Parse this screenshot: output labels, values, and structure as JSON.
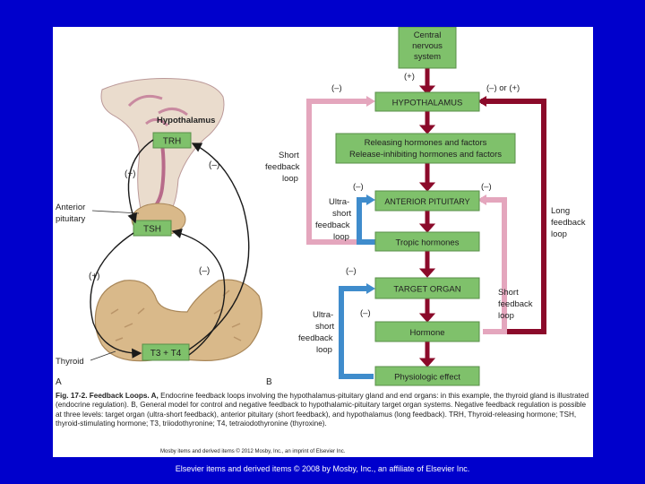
{
  "panel_a": {
    "label": "A",
    "hypothalamus": "Hypothalamus",
    "trh": "TRH",
    "anterior_pituitary": [
      "Anterior",
      "pituitary"
    ],
    "tsh": "TSH",
    "thyroid": "Thyroid",
    "t3t4": "T3 + T4",
    "plus_upper": "(+)",
    "minus_upper": "(–)",
    "plus_lower": "(+)",
    "minus_lower": "(–)"
  },
  "panel_b": {
    "label": "B",
    "cns": [
      "Central",
      "nervous",
      "system"
    ],
    "cns_plus": "(+)",
    "hypothalamus": "HYPOTHALAMUS",
    "releasing": [
      "Releasing hormones and factors",
      "Release-inhibiting hormones and factors"
    ],
    "anterior_pituitary": "ANTERIOR PITUITARY",
    "tropic": "Tropic hormones",
    "target_organ": "TARGET ORGAN",
    "hormone": "Hormone",
    "physiologic": "Physiologic effect",
    "short_loop_left": [
      "Short",
      "feedback",
      "loop"
    ],
    "ultra_upper": [
      "Ultra-",
      "short",
      "feedback",
      "loop"
    ],
    "ultra_lower": [
      "Ultra-",
      "short",
      "feedback",
      "loop"
    ],
    "long_loop": [
      "Long",
      "feedback",
      "loop"
    ],
    "short_loop_right": [
      "Short",
      "feedback",
      "loop"
    ],
    "minus_hyp_left": "(–)",
    "minus_or_plus": "(–) or (+)",
    "minus_ap_left": "(–)",
    "minus_ap_right": "(–)",
    "minus_to_left": "(–)",
    "minus_hormone": "(–)"
  },
  "caption": {
    "fig": "Fig. 17-2.",
    "title": "Feedback Loops. A,",
    "text": "Endocrine feedback loops involving the hypothalamus-pituitary gland and end organs: in this example, the thyroid gland is illustrated (endocrine regulation). B, General model for control and negative feedback to hypothalamic-pituitary target organ systems. Negative feedback regulation is possible at three levels: target organ (ultra-short feedback), anterior pituitary (short feedback), and hypothalamus (long feedback). TRH, Thyroid-releasing hormone; TSH, thyroid-stimulating hormone; T3, triiodothyronine; T4, tetraiodothyronine (thyroxine)."
  },
  "inner_copyright": "Mosby items and derived items © 2012 Mosby, Inc., an imprint of Elsevier Inc.",
  "footer": "Elsevier items and derived items © 2008 by Mosby, Inc., an affiliate of Elsevier Inc.",
  "colors": {
    "slide_bg": "#0000cc",
    "box_green": "#7fc16b",
    "long_loop": "#8b0a2a",
    "short_loop": "#e4a6bd",
    "ultra_short": "#3f8ccc",
    "gland": "#d9b98a"
  }
}
